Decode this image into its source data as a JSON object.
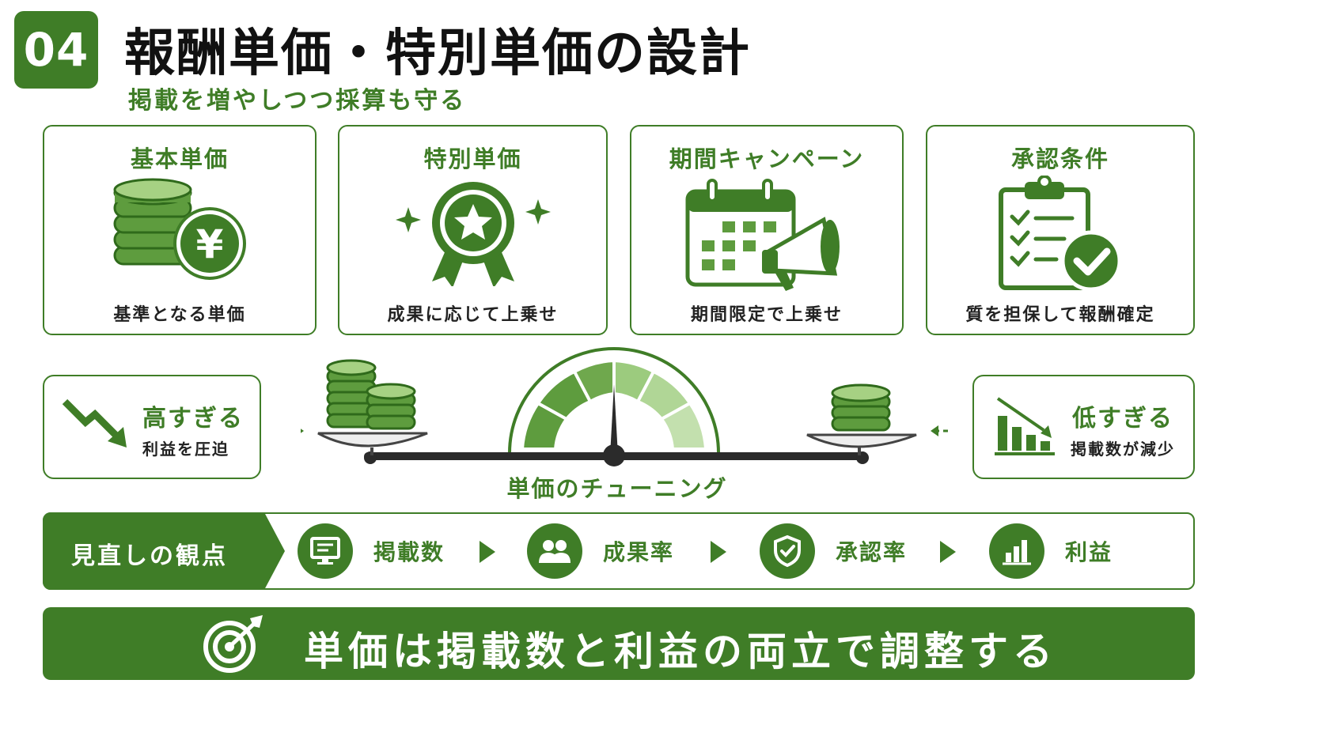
{
  "header": {
    "number": "04",
    "title": "報酬単価・特別単価の設計",
    "subtitle": "掲載を増やしつつ採算も守る"
  },
  "cards": [
    {
      "title": "基本単価",
      "desc": "基準となる単価",
      "icon": "yen-coins-icon"
    },
    {
      "title": "特別単価",
      "desc": "成果に応じて上乗せ",
      "icon": "award-ribbon-icon"
    },
    {
      "title": "期間キャンペーン",
      "desc": "期間限定で上乗せ",
      "icon": "calendar-megaphone-icon"
    },
    {
      "title": "承認条件",
      "desc": "質を担保して報酬確定",
      "icon": "clipboard-check-icon"
    }
  ],
  "tuning": {
    "left": {
      "title": "高すぎる",
      "desc": "利益を圧迫",
      "icon": "trend-down-icon"
    },
    "right": {
      "title": "低すぎる",
      "desc": "掲載数が減少",
      "icon": "bar-decline-icon"
    },
    "label": "単価のチューニング"
  },
  "review": {
    "lead": "見直しの観点",
    "items": [
      {
        "label": "掲載数",
        "icon": "monitor-icon"
      },
      {
        "label": "成果率",
        "icon": "users-icon"
      },
      {
        "label": "承認率",
        "icon": "shield-check-icon"
      },
      {
        "label": "利益",
        "icon": "bar-chart-icon"
      }
    ]
  },
  "conclusion": {
    "text": "単価は掲載数と利益の両立で調整する",
    "icon": "target-arrow-icon"
  },
  "colors": {
    "primary": "#3f7d27",
    "light": "#8fc46f",
    "pale": "#b9dca3"
  }
}
